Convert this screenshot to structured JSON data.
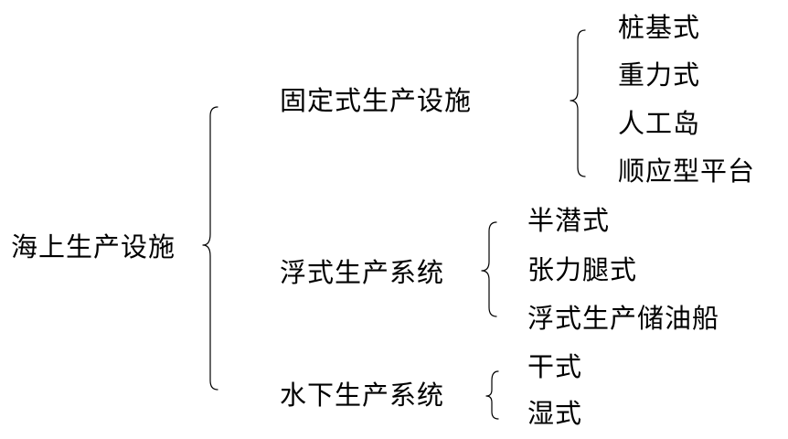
{
  "root": {
    "label": "海上生产设施"
  },
  "branches": [
    {
      "label": "固定式生产设施",
      "items": [
        "桩基式",
        "重力式",
        "人工岛",
        "顺应型平台"
      ]
    },
    {
      "label": "浮式生产系统",
      "items": [
        "半潜式",
        "张力腿式",
        "浮式生产储油船"
      ]
    },
    {
      "label": "水下生产系统",
      "items": [
        "干式",
        "湿式"
      ]
    }
  ]
}
